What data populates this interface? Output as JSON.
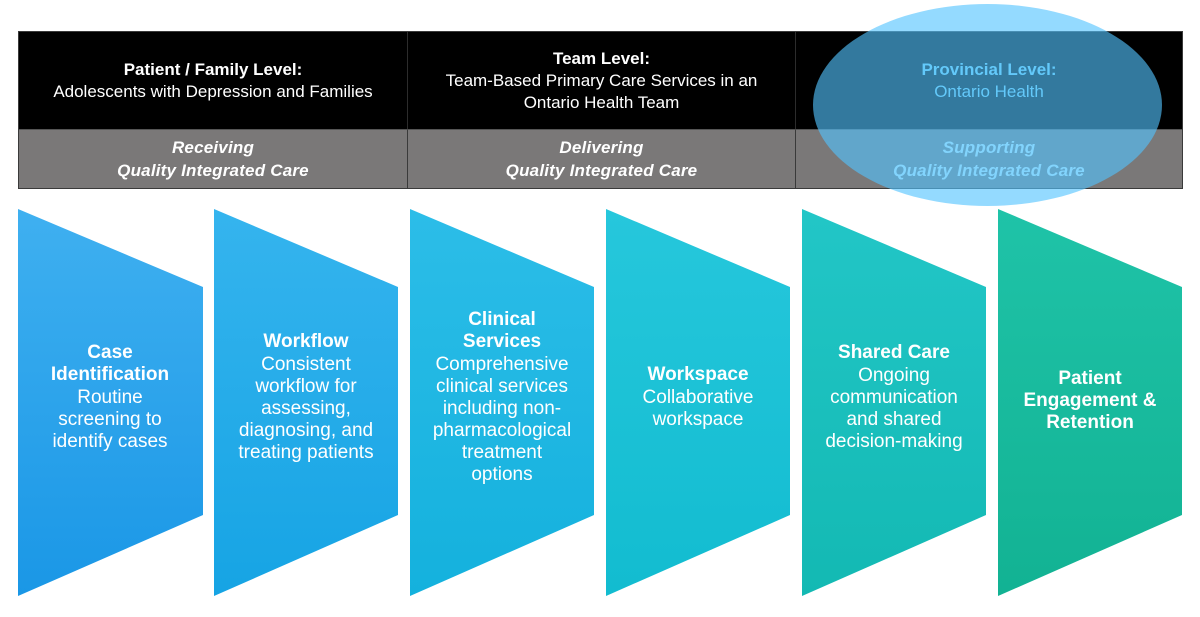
{
  "levels": [
    {
      "title": "Patient / Family Level:",
      "description": "Adolescents with Depression and Families",
      "role_line1": "Receiving",
      "role_line2": "Quality  Integrated Care"
    },
    {
      "title": "Team Level:",
      "description": "Team-Based Primary Care Services in an Ontario Health Team",
      "role_line1": "Delivering",
      "role_line2": "Quality  Integrated Care"
    },
    {
      "title": "Provincial Level:",
      "description": "Ontario Health",
      "role_line1": "Supporting",
      "role_line2": "Quality  Integrated Care"
    }
  ],
  "components": [
    {
      "title": "Case Identification",
      "description": "Routine screening to identify cases"
    },
    {
      "title": "Workflow",
      "description": "Consistent workflow for assessing, diagnosing, and treating patients"
    },
    {
      "title": "Clinical Services",
      "description": "Comprehensive clinical services including non-pharmacological treatment options"
    },
    {
      "title": "Workspace",
      "description": "Collaborative workspace"
    },
    {
      "title": "Shared Care",
      "description": "Ongoing communication and shared decision-making"
    },
    {
      "title": "Patient Engagement & Retention",
      "description": ""
    }
  ],
  "colors": {
    "header_bg": "#000000",
    "subheader_bg": "#7a7878",
    "highlight": "#52c4ff",
    "chevron_gradient": [
      "#2aa0ea",
      "#22c3dc",
      "#1ab49c"
    ]
  }
}
